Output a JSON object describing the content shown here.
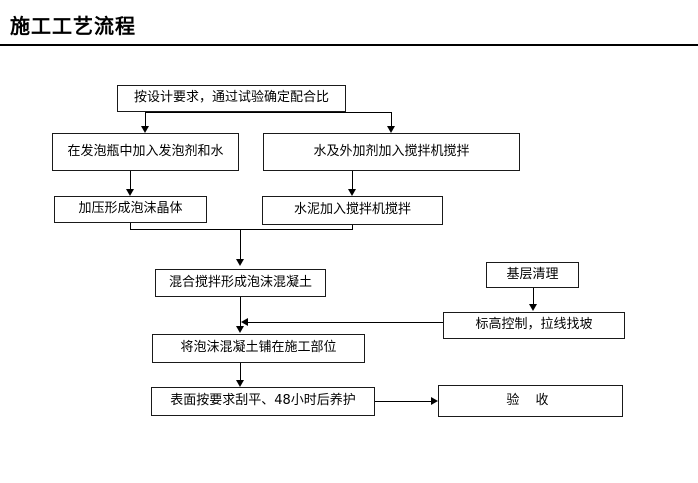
{
  "title": "施工工艺流程",
  "colors": {
    "background": "#ffffff",
    "text": "#000000",
    "box_border": "#1a1a1a",
    "connector": "#000000"
  },
  "flowchart": {
    "type": "process-flow-diagram",
    "nodes": [
      {
        "id": "mix-ratio",
        "label": "按设计要求，通过试验确定配合比"
      },
      {
        "id": "foam-bottle",
        "label": "在发泡瓶中加入发泡剂和水"
      },
      {
        "id": "water-admixture",
        "label": "水及外加剂加入搅拌机搅拌"
      },
      {
        "id": "pressurize-foam",
        "label": "加压形成泡沫晶体"
      },
      {
        "id": "cement-mixer",
        "label": "水泥加入搅拌机搅拌"
      },
      {
        "id": "foam-concrete",
        "label": "混合搅拌形成泡沫混凝土"
      },
      {
        "id": "base-cleaning",
        "label": "基层清理"
      },
      {
        "id": "level-control",
        "label": "标高控制，拉线找坡"
      },
      {
        "id": "spread-concrete",
        "label": "将泡沫混凝土铺在施工部位"
      },
      {
        "id": "surface-curing",
        "label": "表面按要求刮平、48小时后养护"
      },
      {
        "id": "acceptance",
        "label": "验  收"
      }
    ],
    "edges": [
      {
        "from": "mix-ratio",
        "to": "foam-bottle"
      },
      {
        "from": "mix-ratio",
        "to": "water-admixture"
      },
      {
        "from": "foam-bottle",
        "to": "pressurize-foam"
      },
      {
        "from": "water-admixture",
        "to": "cement-mixer"
      },
      {
        "from": "pressurize-foam",
        "to": "foam-concrete"
      },
      {
        "from": "cement-mixer",
        "to": "foam-concrete"
      },
      {
        "from": "base-cleaning",
        "to": "level-control"
      },
      {
        "from": "level-control",
        "to": "spread-concrete"
      },
      {
        "from": "foam-concrete",
        "to": "spread-concrete"
      },
      {
        "from": "spread-concrete",
        "to": "surface-curing"
      },
      {
        "from": "surface-curing",
        "to": "acceptance"
      }
    ]
  }
}
